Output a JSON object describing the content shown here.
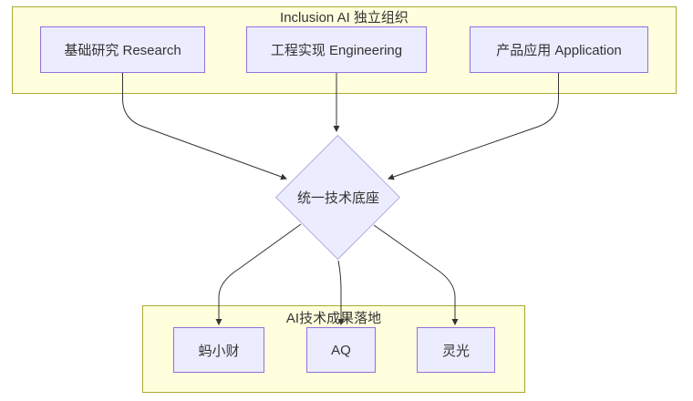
{
  "diagram": {
    "type": "flowchart",
    "clusters": {
      "top": {
        "title": "Inclusion AI 独立组织",
        "nodes": [
          {
            "label": "基础研究 Research"
          },
          {
            "label": "工程实现 Engineering"
          },
          {
            "label": "产品应用 Application"
          }
        ]
      },
      "bottom": {
        "title": "AI技术成果落地",
        "nodes": [
          {
            "label": "蚂小财"
          },
          {
            "label": "AQ"
          },
          {
            "label": "灵光"
          }
        ]
      }
    },
    "decision_node": {
      "label": "统一技术底座",
      "shape": "diamond"
    },
    "edges": [
      {
        "from": "基础研究 Research",
        "to": "统一技术底座"
      },
      {
        "from": "工程实现 Engineering",
        "to": "统一技术底座"
      },
      {
        "from": "产品应用 Application",
        "to": "统一技术底座"
      },
      {
        "from": "统一技术底座",
        "to": "蚂小财"
      },
      {
        "from": "统一技术底座",
        "to": "AQ"
      },
      {
        "from": "统一技术底座",
        "to": "灵光"
      }
    ],
    "colors": {
      "cluster_fill": "#ffffde",
      "cluster_border": "#aaaa33",
      "node_fill": "#ececff",
      "node_border": "#9370db",
      "diamond_border": "#b3aede",
      "edge": "#333333",
      "text": "#333333",
      "background": "#ffffff"
    }
  }
}
